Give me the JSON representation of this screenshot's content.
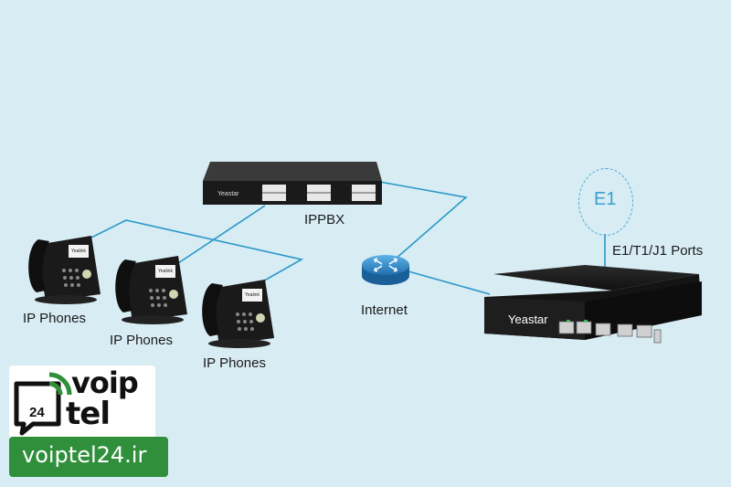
{
  "labels": {
    "ippbx": "IPPBX",
    "internet": "Internet",
    "phones_1": "IP Phones",
    "phones_2": "IP Phones",
    "phones_3": "IP Phones",
    "ports": "E1/T1/J1 Ports",
    "e1": "E1"
  },
  "devices": {
    "ippbx_brand": "Yeastar",
    "gateway_brand": "Yeastar",
    "phone_brand": "Yealink"
  },
  "logo": {
    "voip": "voip",
    "tel": "tel",
    "num": "24",
    "url": "voiptel24.ir"
  },
  "colors": {
    "background": "#d8ecf4",
    "link": "#2a98c8",
    "e1_accent": "#49a9d4",
    "logo_green": "#2f8f3a"
  }
}
